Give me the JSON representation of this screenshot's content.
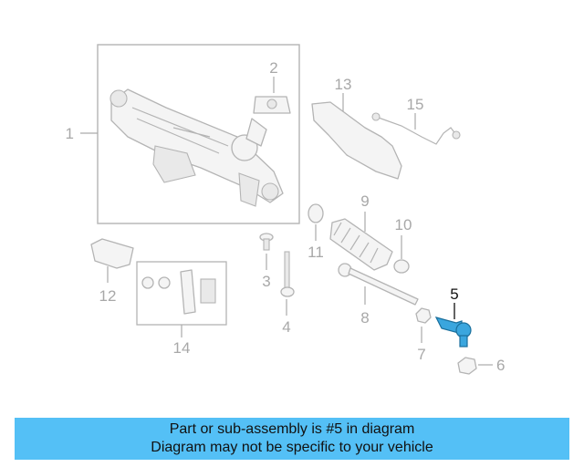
{
  "diagram": {
    "highlight_color": "#3aa6de",
    "callouts": {
      "c1": "1",
      "c2": "2",
      "c3": "3",
      "c4": "4",
      "c5": "5",
      "c6": "6",
      "c7": "7",
      "c8": "8",
      "c9": "9",
      "c10": "10",
      "c11": "11",
      "c12": "12",
      "c13": "13",
      "c14": "14",
      "c15": "15"
    }
  },
  "banner": {
    "color": "#54c0f6",
    "line1": "Part or sub-assembly is #5 in diagram",
    "line2": "Diagram may not be specific to your vehicle"
  }
}
